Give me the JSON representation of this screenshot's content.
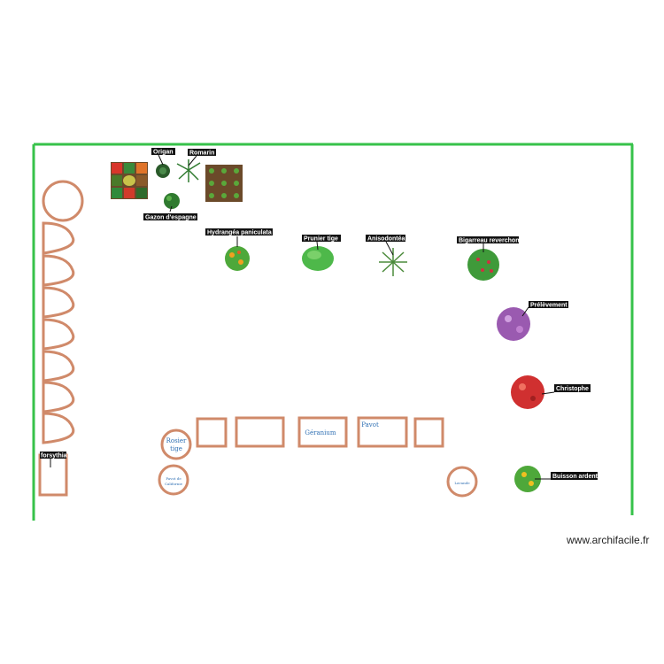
{
  "colors": {
    "fence": "#37c24a",
    "bed": "#d08a6a",
    "label_bg": "#111111",
    "label_fg": "#ffffff",
    "bed_text": "#2e6fb3"
  },
  "labels": {
    "origan": "Origan",
    "romarin": "Romarin",
    "gazon": "Gazon d'espagne",
    "hydrangea": "Hydrangéa paniculata",
    "prunier": "Prunier tige",
    "anisodontea": "Anisodontéa",
    "bigarreau": "Bigarreau reverchon",
    "prelevement": "Prélèvement",
    "christophe": "Christophe",
    "buisson": "Buisson ardent",
    "forsythia": "forsythia"
  },
  "beds": {
    "rosier_line1": "Rosier",
    "rosier_line2": "tige",
    "geranium": "Géranium",
    "pavot": "Pavot",
    "small_circle_1_line1": "Pavot de",
    "small_circle_1_line2": "Californie",
    "small_circle_2": "Lavande"
  },
  "icons": {
    "veg_garden": "vegetable-garden-icon",
    "seedling_tray": "seedling-tray-icon",
    "plants": "plant-icon"
  },
  "watermark": "www.archifacile.fr"
}
